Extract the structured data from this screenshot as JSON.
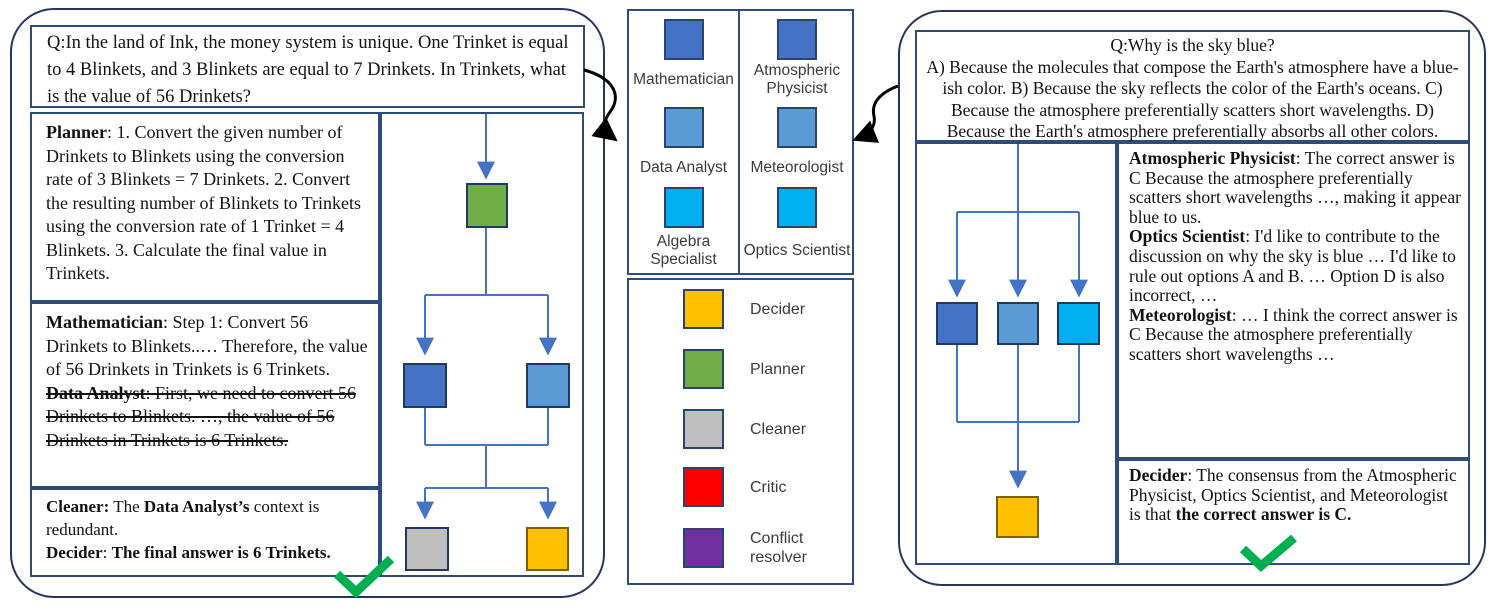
{
  "left": {
    "question": "Q:In the land of Ink, the money system is unique. One Trinket is equal to 4 Blinkets, and 3 Blinkets are equal to 7 Drinkets. In Trinkets, what is the value of 56 Drinkets?",
    "planner": {
      "label": "Planner",
      "text": ": 1. Convert the given number of Drinkets to Blinkets using the conversion rate of 3 Blinkets = 7 Drinkets. 2. Convert the resulting number of Blinkets to Trinkets using the conversion rate of 1 Trinket = 4 Blinkets. 3. Calculate the final value in Trinkets."
    },
    "mathematician": {
      "label": "Mathematician",
      "text": ": Step 1: Convert 56 Drinkets to Blinkets..… Therefore, the value of 56 Drinkets in Trinkets is 6 Trinkets."
    },
    "data_analyst": {
      "label": "Data Analyst",
      "text": ":  First, we need to convert 56 Drinkets to Blinkets. …, the value of 56 Drinkets in Trinkets is 6 Trinkets."
    },
    "cleaner": {
      "label": "Cleaner:",
      "pre": " The ",
      "bold": "Data Analyst’s",
      "post": " context is redundant."
    },
    "decider": {
      "label": "Decider",
      "colon": ": ",
      "bold": "The final answer is 6 Trinkets."
    }
  },
  "right": {
    "question_title": "Q:Why is the sky blue?",
    "question_body": "A) Because the molecules that compose the Earth's atmosphere have a blue-ish color. B) Because the sky reflects the color of the Earth's oceans. C) Because the atmosphere preferentially scatters short wavelengths. D) Because the Earth's atmosphere preferentially absorbs all other colors.",
    "atmospheric_physicist": {
      "label": "Atmospheric Physicist",
      "text": ": The correct answer is C Because the atmosphere preferentially scatters short wavelengths …, making it appear blue to us."
    },
    "optics_scientist": {
      "label": "Optics Scientist",
      "text": ": I'd like to contribute to the discussion on why the sky is blue … I'd like to rule out options A and B. … Option D is also incorrect, …"
    },
    "meteorologist": {
      "label": "Meteorologist",
      "text": ": … I think the correct answer is C Because the atmosphere preferentially scatters short wavelengths …"
    },
    "decider": {
      "label": "Decider",
      "text": ": The consensus from the Atmospheric Physicist, Optics Scientist, and Meteorologist is that ",
      "bold": "the correct answer is C."
    }
  },
  "agent_pool": {
    "columns": [
      {
        "items": [
          {
            "label": "Mathematician",
            "color": "#4472C4"
          },
          {
            "label": "Data Analyst",
            "color": "#5B9BD5"
          },
          {
            "label": "Algebra Specialist",
            "color": "#00B0F0"
          }
        ]
      },
      {
        "items": [
          {
            "label": "Atmospheric Physicist",
            "color": "#4472C4"
          },
          {
            "label": "Meteorologist",
            "color": "#5B9BD5"
          },
          {
            "label": "Optics Scientist",
            "color": "#00B0F0"
          }
        ]
      }
    ]
  },
  "legend": {
    "items": [
      {
        "label": "Decider",
        "color": "#FFC000"
      },
      {
        "label": "Planner",
        "color": "#70AD47"
      },
      {
        "label": "Cleaner",
        "color": "#BFBFBF"
      },
      {
        "label": "Critic",
        "color": "#FF0000"
      },
      {
        "label": "Conflict resolver",
        "color": "#7030A0"
      }
    ]
  },
  "colors": {
    "connector_blue": "#4472C4",
    "annotation_black": "#000000",
    "checkmark_green": "#00B050",
    "panel_border_navy": "#24365E"
  }
}
